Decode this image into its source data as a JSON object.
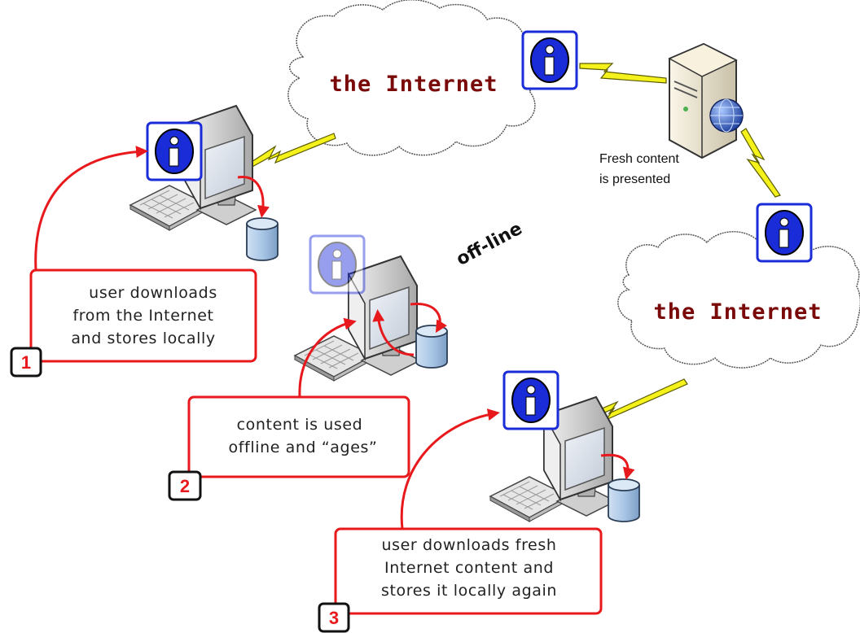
{
  "clouds": [
    {
      "label": "the Internet"
    },
    {
      "label": "the Internet"
    }
  ],
  "server_note": {
    "lines": [
      "Fresh content",
      "is presented"
    ]
  },
  "offline_label": "off-line",
  "callouts": [
    {
      "number": "1",
      "lines": [
        "user downloads",
        "from the Internet",
        "and stores locally"
      ]
    },
    {
      "number": "2",
      "lines": [
        "content is used",
        "offline and “ages”"
      ]
    },
    {
      "number": "3",
      "lines": [
        "user downloads fresh",
        "Internet content and",
        "stores it locally again"
      ]
    }
  ],
  "colors": {
    "accent_red": "#e8191c",
    "info_blue": "#1a2bd8",
    "cloud_text": "#7a0a0a",
    "lightning": "#f4f21a",
    "database": "#9fbde0"
  },
  "icons": [
    "info-icon",
    "computer-icon",
    "keyboard-icon",
    "database-icon",
    "server-icon",
    "globe-icon",
    "lightning-icon",
    "cloud-icon"
  ]
}
